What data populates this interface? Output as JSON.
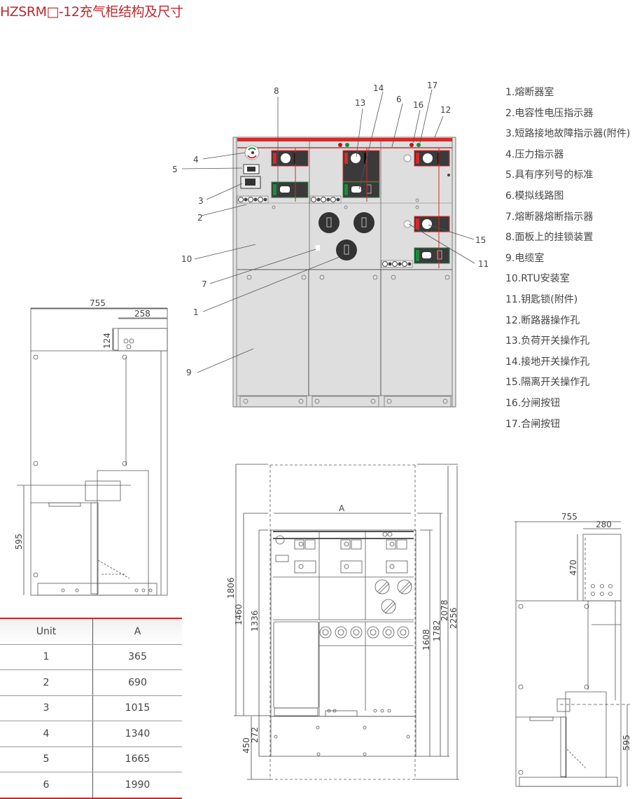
{
  "title": "HZSRM□-12充气柜结构及尺寸",
  "legend": [
    "1.熔断器室",
    "2.电容性电压指示器",
    "3.短路接地故障指示器(附件)",
    "4.压力指示器",
    "5.具有序列号的标准",
    "6.模拟线路图",
    "7.熔断器熔断指示器",
    "8.面板上的挂锁装置",
    "9.电缆室",
    "10.RTU安装室",
    "11.钥匙锁(附件)",
    "12.断路器操作孔",
    "13.负荷开关操作孔",
    "14.接地开关操作孔",
    "15.隔离开关操作孔",
    "16.分闸按钮",
    "17.合闸按钮"
  ],
  "callouts": {
    "c1": "1",
    "c2": "2",
    "c3": "3",
    "c4": "4",
    "c5": "5",
    "c6": "6",
    "c7": "7",
    "c8": "8",
    "c9": "9",
    "c10": "10",
    "c11": "11",
    "c12": "12",
    "c13": "13",
    "c14": "14",
    "c15": "15",
    "c16": "16",
    "c17": "17"
  },
  "side_view_left": {
    "depth": "755",
    "top_width": "258",
    "top_height": "124",
    "cable_height": "595"
  },
  "front_dims": {
    "width_label": "A",
    "left": [
      "1806",
      "1460",
      "1336",
      "450",
      "272"
    ],
    "right": [
      "1608",
      "1782",
      "2078",
      "2256"
    ]
  },
  "side_view_right": {
    "depth": "755",
    "top_width": "280",
    "top_height": "470",
    "cable_height": "595"
  },
  "table": {
    "headers": [
      "Unit",
      "A"
    ],
    "rows": [
      [
        "1",
        "365"
      ],
      [
        "2",
        "690"
      ],
      [
        "3",
        "1015"
      ],
      [
        "4",
        "1340"
      ],
      [
        "5",
        "1665"
      ],
      [
        "6",
        "1990"
      ]
    ]
  },
  "colors": {
    "accent_red": "#d42a2a",
    "green": "#1f8a3a",
    "panel_gray": "#dedede",
    "dark_box": "#3a3a3a"
  }
}
